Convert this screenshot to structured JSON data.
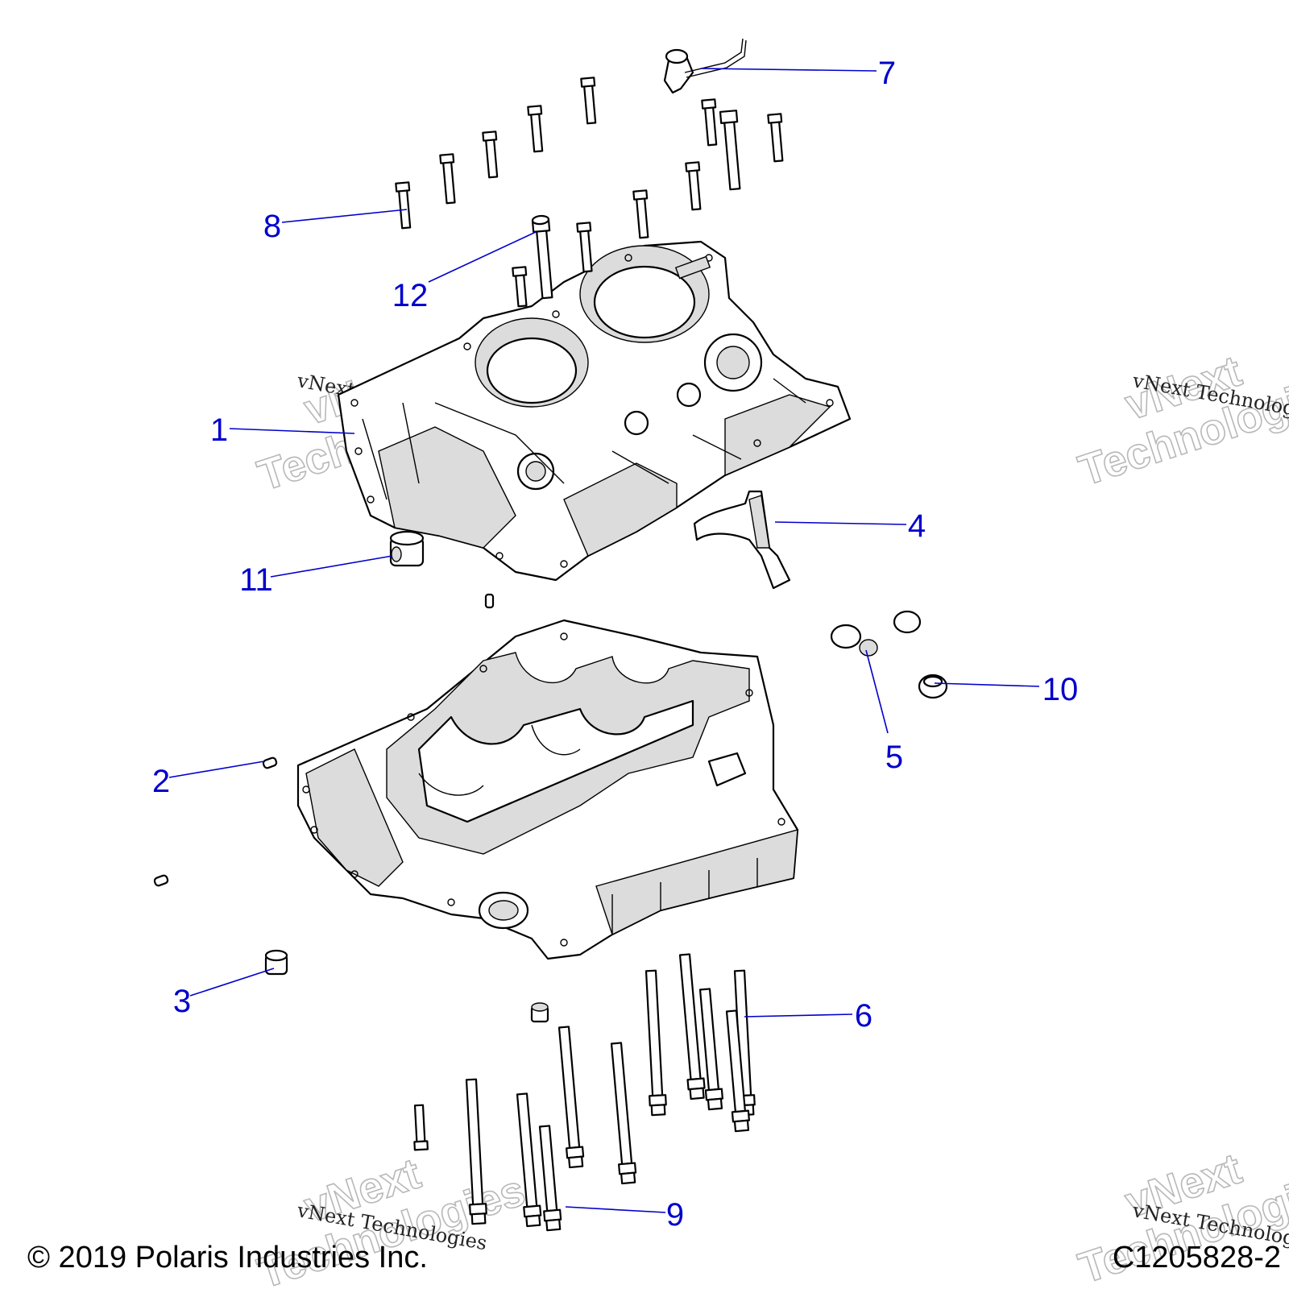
{
  "callout_color": "#0000cc",
  "callouts": [
    {
      "id": "1",
      "label": "1"
    },
    {
      "id": "2",
      "label": "2"
    },
    {
      "id": "3",
      "label": "3"
    },
    {
      "id": "4",
      "label": "4"
    },
    {
      "id": "5",
      "label": "5"
    },
    {
      "id": "6",
      "label": "6"
    },
    {
      "id": "7",
      "label": "7"
    },
    {
      "id": "8",
      "label": "8"
    },
    {
      "id": "9",
      "label": "9"
    },
    {
      "id": "10",
      "label": "10"
    },
    {
      "id": "11",
      "label": "11"
    },
    {
      "id": "12",
      "label": "12"
    }
  ],
  "watermark": {
    "big_line1": "vNext",
    "big_line2": "Technologies",
    "small": "vNext Technologies"
  },
  "footer": {
    "copyright": "© 2019 Polaris Industries Inc.",
    "drawing_id": "C1205828-2"
  }
}
